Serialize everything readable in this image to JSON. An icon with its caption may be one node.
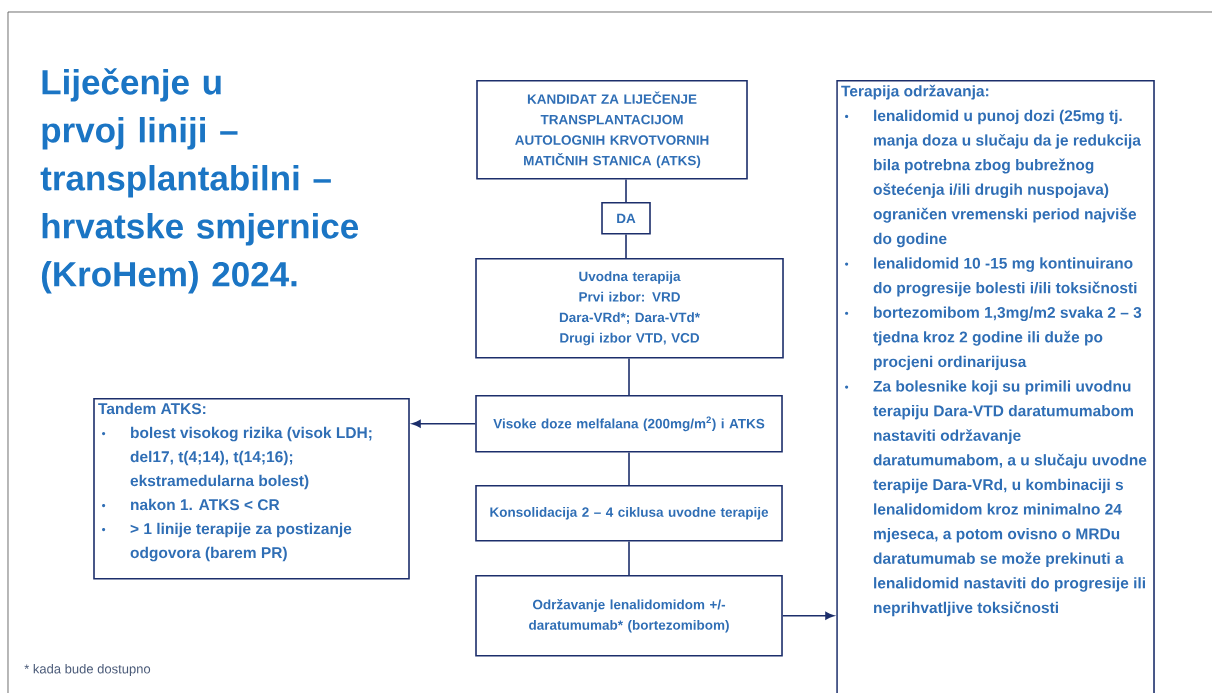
{
  "diagram": {
    "title": "Liječenje u prvoj liniji – transplantabilni – hrvatske smjernice (KroHem) 2024.",
    "nodes": [
      {
        "text": [
          "KANDIDAT ZA LIJEČENJE TRANSPLANTACIJOM AUTOLOGNIH KRVOTVORNIH MATIČNIH STANICA (ATKS)"
        ]
      },
      {
        "text": [
          "DA"
        ]
      },
      {
        "text": [
          "Uvodna terapija",
          "Prvi izbor: VRD",
          "Dara-VRd*; Dara-VTd*",
          "Drugi izbor VTD, VCD"
        ]
      },
      {
        "text": [
          "Visoke doze melfalana (200mg/m$^{2}$) i ATKS"
        ]
      },
      {
        "text": [
          "Konsolidacija 2 – 4 ciklusa uvodne terapije"
        ]
      },
      {
        "text": [
          "Održavanje lenalidomidom +/- daratumumab* (bortezomibom)"
        ]
      },
      {
        "text": [
          "Tandem ATKS:",
          "bolest visokog rizika (visok LDH; del17, t(4;14), t(14;16); ekstramedularna bolest)",
          "nakon 1. ATKS < CR",
          "> 1 linije terapije za postizanje odgovora (barem PR)"
        ]
      },
      {
        "text": [
          "Terapija održavanja:",
          "lenalidomid u punoj dozi (25mg tj. manja doza u slučaju da je redukcija bila potrebna zbog bubrežnog oštećenja i/ili drugih nuspojava) ograničen vremenski period najviše do godine",
          "lenalidomid 10 -15 mg kontinuirano do progresije bolesti i/ili toksičnosti",
          "bortezomibom 1,3mg/m2 svaka 2 – 3 tjedna kroz 2 godine ili duže po procjeni ordinarijusa",
          "Za bolesnike koji su primili uvodnu terapiju Dara-VTD daratumumabom nastaviti održavanje daratumumabom, a u slučaju uvodne terapije Dara-VRd, u kombinaciji s lenalidomidom kroz minimalno 24 mjeseca, a potom ovisno o MRDu daratumumab se može prekinuti a lenalidomid nastaviti do progresije ili neprihvatljive toksičnosti"
        ]
      }
    ],
    "edges": [
      {
        "from": 0,
        "to": 1,
        "arrow": "none"
      },
      {
        "from": 1,
        "to": 2,
        "arrow": "none"
      },
      {
        "from": 2,
        "to": 3,
        "arrow": "none"
      },
      {
        "from": 3,
        "to": 6,
        "arrow": "to"
      },
      {
        "from": 3,
        "to": 4,
        "arrow": "none"
      },
      {
        "from": 4,
        "to": 5,
        "arrow": "none"
      },
      {
        "from": 5,
        "to": 7,
        "arrow": "to"
      }
    ],
    "labels": [
      "* kada bude dostupno"
    ]
  }
}
